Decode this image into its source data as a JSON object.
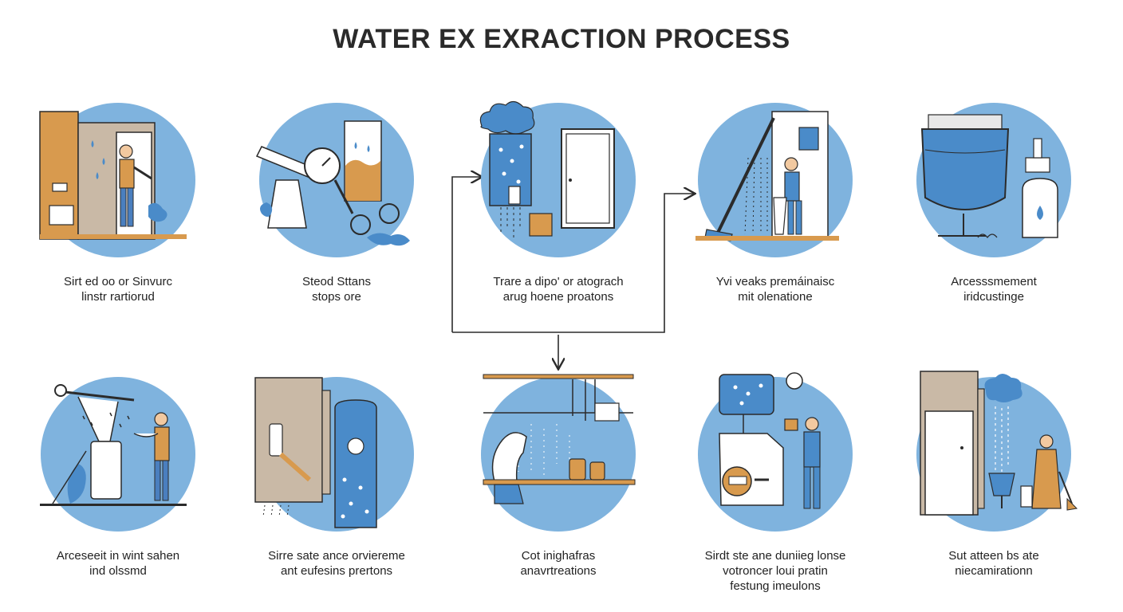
{
  "title": "WATER EX EXRACTION PROCESS",
  "colors": {
    "circle": "#7fb3de",
    "circle_dark": "#5b9bd2",
    "accent_orange": "#d89a4e",
    "wall_tan": "#c9b9a6",
    "line": "#2b2b2b",
    "caption": "#222222"
  },
  "steps": [
    {
      "icon": "doorway-worker-icon",
      "lines": [
        "Sirt ed oo or Sinvurc",
        "linstr rartiorud"
      ]
    },
    {
      "icon": "pressure-gauge-pump-icon",
      "lines": [
        "Steod Sttans",
        "stops ore"
      ]
    },
    {
      "icon": "storm-tank-door-icon",
      "lines": [
        "Trare a dipo' or atograch",
        "arug hoene proatons"
      ]
    },
    {
      "icon": "wall-spray-worker-icon",
      "lines": [
        "Yvi veaks premáinaisc",
        "mit olenatione"
      ]
    },
    {
      "icon": "water-tank-valve-icon",
      "lines": [
        "Arcesssmement",
        "iridcustinge"
      ]
    },
    {
      "icon": "crane-dryer-worker-icon",
      "lines": [
        "Arceseeit in wint sahen",
        "ind olssmd"
      ]
    },
    {
      "icon": "cabinet-water-cylinder-icon",
      "lines": [
        "Sirre sate ance orviereme",
        "ant eufesins prertons"
      ]
    },
    {
      "icon": "kitchen-shelf-icon",
      "lines": [
        "Cot inighafras",
        "anavrtreations"
      ]
    },
    {
      "icon": "dehumidifier-worker-icon",
      "lines": [
        "Sirdt ste ane duniieg lonse",
        "votroncer loui pratin",
        "festung imeulons"
      ]
    },
    {
      "icon": "wall-drip-worker-icon",
      "lines": [
        "Sut atteen bs ate",
        "niecamirationn"
      ]
    }
  ]
}
